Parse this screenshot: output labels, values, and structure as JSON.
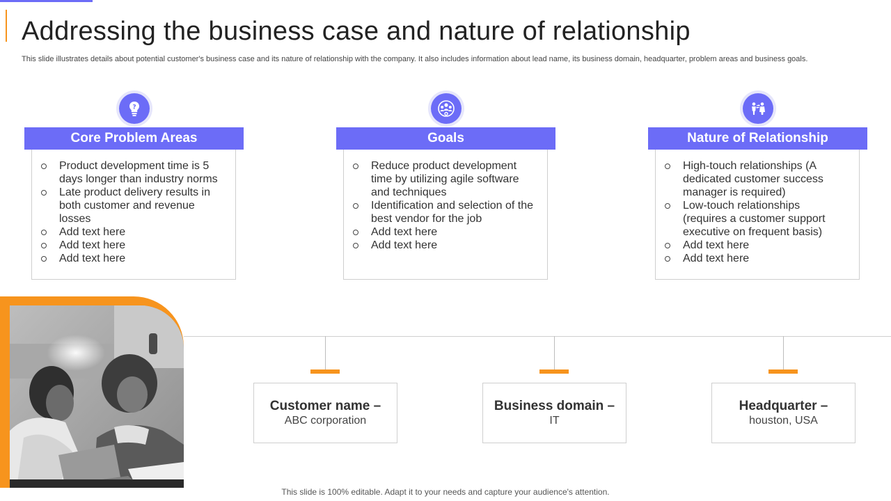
{
  "title": "Addressing the business case and nature of relationship",
  "subtitle": "This slide illustrates details about potential customer's business case and its nature of relationship with the company. It also includes information about lead name, its business domain, headquarter, problem areas and business goals.",
  "colors": {
    "accent": "#6c6cf7",
    "orange": "#f7941d"
  },
  "columns": [
    {
      "icon": "lightbulb-question-icon",
      "header": "Core Problem Areas",
      "items": [
        "Product development time is 5 days longer than industry  norms",
        "Late product delivery results  in both customer  and revenue losses",
        "Add text here",
        "Add text here",
        "Add text here"
      ]
    },
    {
      "icon": "team-target-icon",
      "header": "Goals",
      "items": [
        "Reduce product development time by utilizing  agile software and techniques",
        "Identification  and selection of the best vendor for the job",
        "Add text here",
        "Add text here"
      ]
    },
    {
      "icon": "people-exchange-icon",
      "header": "Nature of Relationship",
      "items": [
        "High-touch relationships    (A dedicated customer  success manager is required)",
        "Low-touch relationships (requires a customer support executive on frequent basis)",
        "Add text here",
        "Add text here"
      ]
    }
  ],
  "info": [
    {
      "title": "Customer name –",
      "value": "ABC corporation"
    },
    {
      "title": "Business domain –",
      "value": "IT"
    },
    {
      "title": "Headquarter –",
      "value": "houston,  USA"
    }
  ],
  "footer": "This slide is 100% editable. Adapt it to your needs and capture your audience's attention."
}
